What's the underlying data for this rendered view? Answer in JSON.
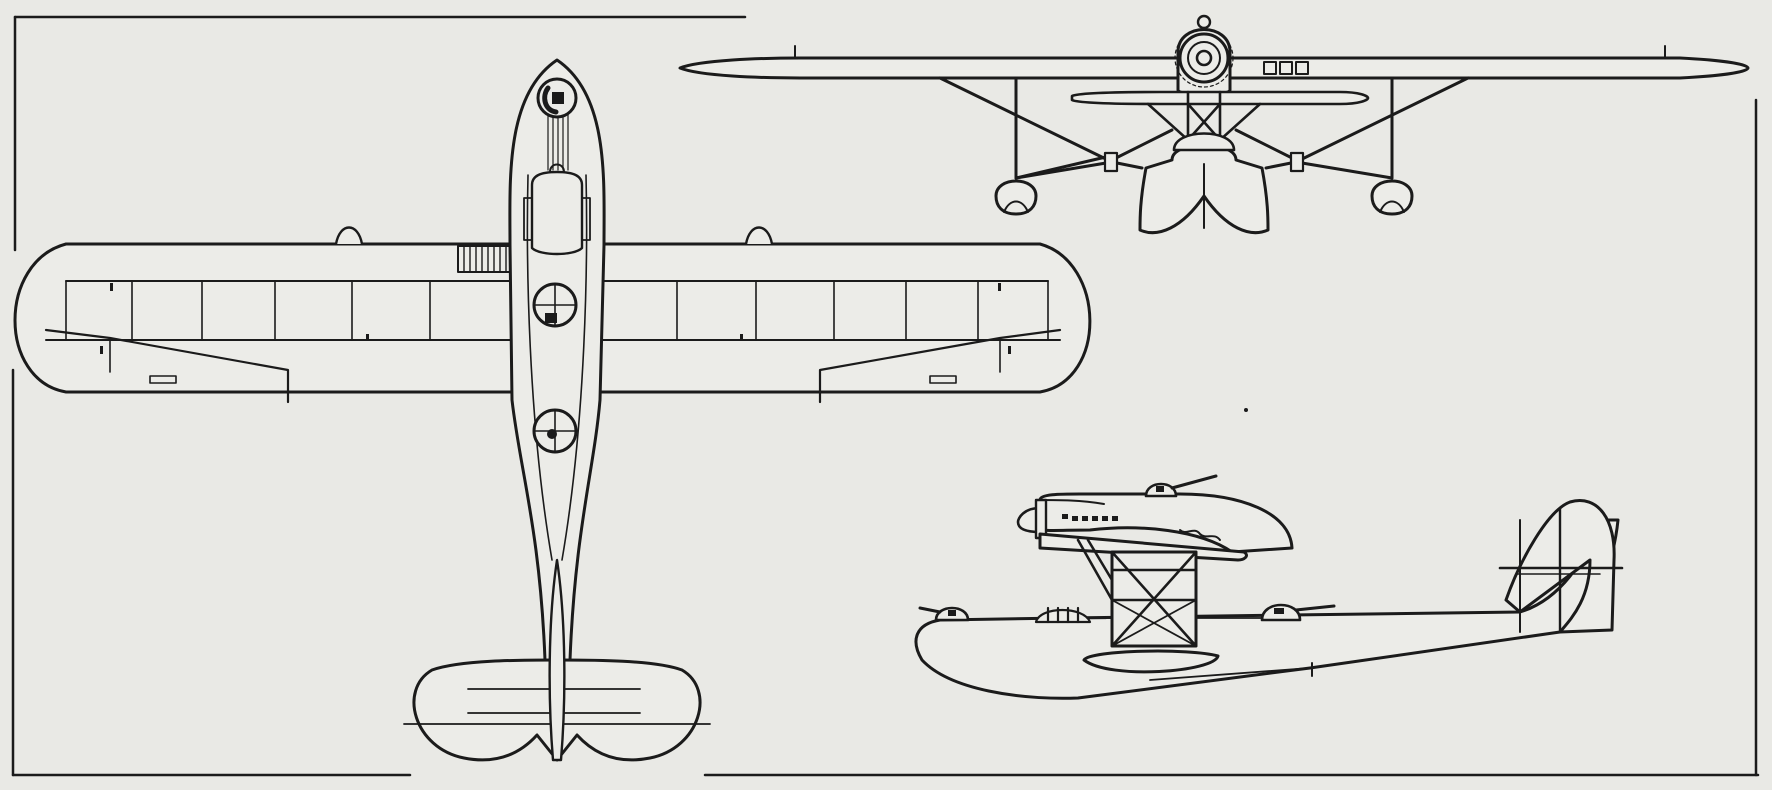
{
  "figure": {
    "subject": "flying boat",
    "views": [
      {
        "id": "plan",
        "label": ""
      },
      {
        "id": "front",
        "label": ""
      },
      {
        "id": "side",
        "label": ""
      }
    ]
  },
  "colors": {
    "paper": "#e9e9e5",
    "ink": "#1b1b1b"
  }
}
